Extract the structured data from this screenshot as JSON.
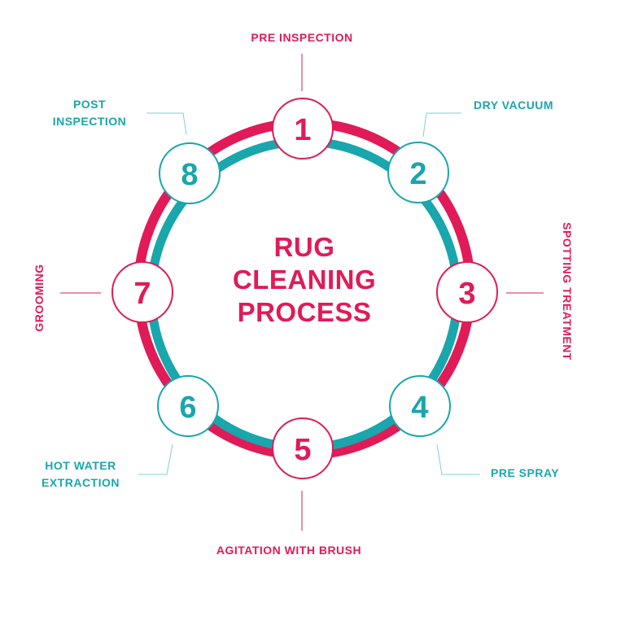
{
  "title": [
    "RUG",
    "CLEANING",
    "PROCESS"
  ],
  "colors": {
    "pink": "#e01b57",
    "teal": "#19a6ad",
    "connector": "#7fd0d4"
  },
  "steps": [
    {
      "number": "1",
      "label_lines": [
        "PRE INSPECTION"
      ],
      "color": "pink"
    },
    {
      "number": "2",
      "label_lines": [
        "DRY VACUUM"
      ],
      "color": "teal"
    },
    {
      "number": "3",
      "label_lines": [
        "SPOTTING TREATMENT"
      ],
      "color": "pink"
    },
    {
      "number": "4",
      "label_lines": [
        "PRE SPRAY"
      ],
      "color": "teal"
    },
    {
      "number": "5",
      "label_lines": [
        "AGITATION WITH BRUSH"
      ],
      "color": "pink"
    },
    {
      "number": "6",
      "label_lines": [
        "HOT WATER",
        "EXTRACTION"
      ],
      "color": "teal"
    },
    {
      "number": "7",
      "label_lines": [
        "GROOMING"
      ],
      "color": "pink"
    },
    {
      "number": "8",
      "label_lines": [
        "POST",
        "INSPECTION"
      ],
      "color": "teal"
    }
  ]
}
